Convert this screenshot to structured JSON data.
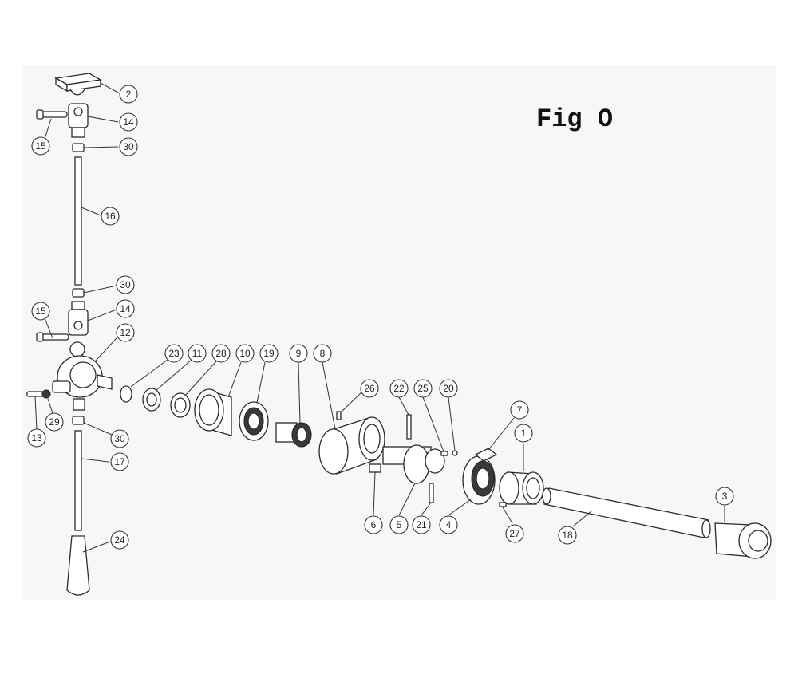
{
  "figure": {
    "title": "Fig O"
  },
  "callouts": [
    {
      "id": "c2",
      "label": "2"
    },
    {
      "id": "c14a",
      "label": "14"
    },
    {
      "id": "c15a",
      "label": "15"
    },
    {
      "id": "c30a",
      "label": "30"
    },
    {
      "id": "c16",
      "label": "16"
    },
    {
      "id": "c30b",
      "label": "30"
    },
    {
      "id": "c15b",
      "label": "15"
    },
    {
      "id": "c14b",
      "label": "14"
    },
    {
      "id": "c12",
      "label": "12"
    },
    {
      "id": "c23",
      "label": "23"
    },
    {
      "id": "c11",
      "label": "11"
    },
    {
      "id": "c28",
      "label": "28"
    },
    {
      "id": "c10",
      "label": "10"
    },
    {
      "id": "c19",
      "label": "19"
    },
    {
      "id": "c9",
      "label": "9"
    },
    {
      "id": "c8",
      "label": "8"
    },
    {
      "id": "c26",
      "label": "26"
    },
    {
      "id": "c22",
      "label": "22"
    },
    {
      "id": "c25",
      "label": "25"
    },
    {
      "id": "c20",
      "label": "20"
    },
    {
      "id": "c7",
      "label": "7"
    },
    {
      "id": "c1",
      "label": "1"
    },
    {
      "id": "c3",
      "label": "3"
    },
    {
      "id": "c13",
      "label": "13"
    },
    {
      "id": "c29",
      "label": "29"
    },
    {
      "id": "c30c",
      "label": "30"
    },
    {
      "id": "c17",
      "label": "17"
    },
    {
      "id": "c24",
      "label": "24"
    },
    {
      "id": "c6",
      "label": "6"
    },
    {
      "id": "c5",
      "label": "5"
    },
    {
      "id": "c21",
      "label": "21"
    },
    {
      "id": "c4",
      "label": "4"
    },
    {
      "id": "c27",
      "label": "27"
    },
    {
      "id": "c18",
      "label": "18"
    }
  ]
}
